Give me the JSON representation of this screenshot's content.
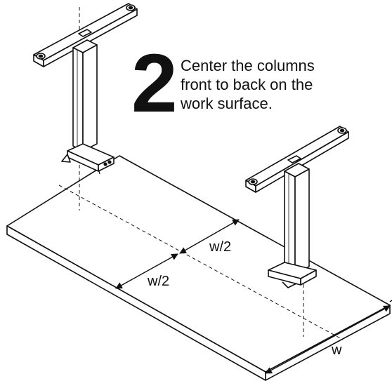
{
  "step": {
    "number": "2",
    "lines": [
      "Center the columns",
      "front to back on the",
      "work surface."
    ]
  },
  "dimensions": {
    "half_upper": "w/2",
    "half_lower": "w/2",
    "full": "w"
  },
  "icons": [
    "left-column-icon",
    "right-column-icon",
    "work-surface-icon"
  ],
  "colors": {
    "ink": "#111111",
    "surface": "#ffffff"
  }
}
